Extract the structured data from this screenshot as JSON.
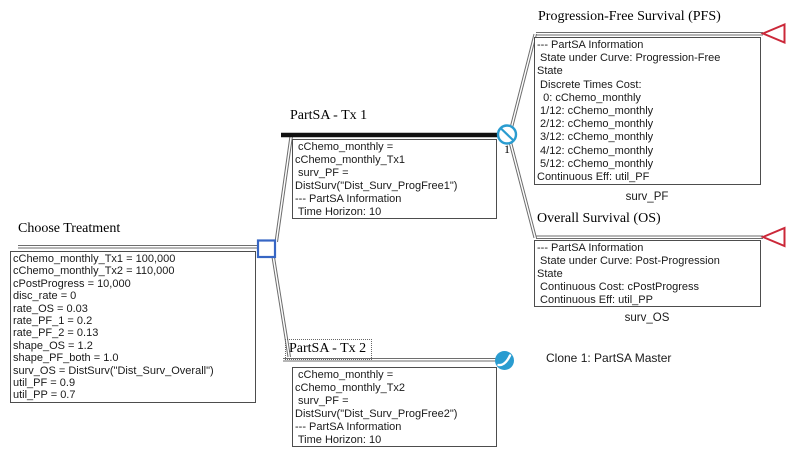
{
  "root": {
    "label": "Choose Treatment",
    "variables": [
      "cChemo_monthly_Tx1 = 100,000",
      "cChemo_monthly_Tx2 = 110,000",
      "cPostProgress = 10,000",
      "disc_rate = 0",
      "rate_OS = 0.03",
      "rate_PF_1 = 0.2",
      "rate_PF_2 = 0.13",
      "shape_OS = 1.2",
      "shape_PF_both = 1.0",
      "surv_OS = DistSurv(\"Dist_Surv_Overall\")",
      "util_PF = 0.9",
      "util_PP = 0.7"
    ]
  },
  "tx1": {
    "label": "PartSA - Tx 1",
    "node_number": "1",
    "box_lines": [
      " cChemo_monthly =",
      "cChemo_monthly_Tx1",
      " surv_PF =",
      "DistSurv(\"Dist_Surv_ProgFree1\")",
      "--- PartSA Information",
      " Time Horizon: 10"
    ]
  },
  "tx2": {
    "label": "PartSA - Tx 2",
    "box_lines": [
      " cChemo_monthly =",
      "cChemo_monthly_Tx2",
      " surv_PF =",
      "DistSurv(\"Dist_Surv_ProgFree2\")",
      "--- PartSA Information",
      " Time Horizon: 10"
    ],
    "clone_note": "Clone 1: PartSA Master"
  },
  "pfs": {
    "label": "Progression-Free Survival (PFS)",
    "box_lines": [
      "--- PartSA Information",
      " State under Curve: Progression-Free",
      "State",
      " Discrete Times Cost:",
      "  0: cChemo_monthly",
      " 1/12: cChemo_monthly",
      " 2/12: cChemo_monthly",
      " 3/12: cChemo_monthly",
      " 4/12: cChemo_monthly",
      " 5/12: cChemo_monthly",
      "Continuous Eff: util_PF"
    ],
    "payoff": "surv_PF"
  },
  "os": {
    "label": "Overall Survival (OS)",
    "box_lines": [
      "--- PartSA Information",
      " State under Curve: Post-Progression",
      "State",
      " Continuous Cost: cPostProgress",
      " Continuous Eff: util_PP"
    ],
    "payoff": "surv_OS"
  },
  "colors": {
    "decision_node_blue": "#3766c4",
    "partsa_node_teal": "#2a9cd0",
    "terminal_node_red": "#cb2839",
    "branch_line_gray": "#6e6e6e",
    "selected_branch_black": "#111111"
  }
}
